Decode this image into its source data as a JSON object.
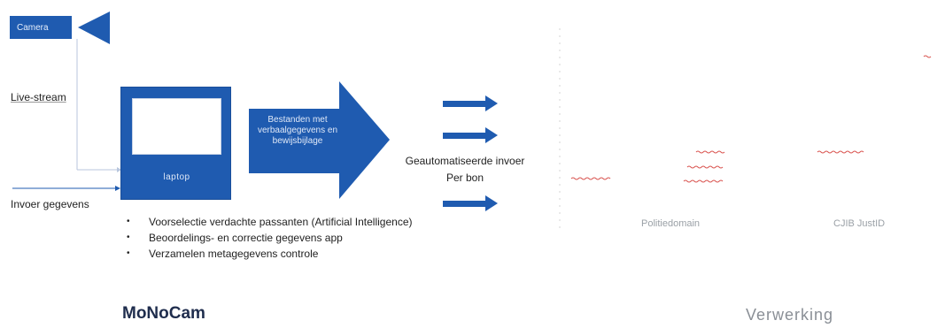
{
  "camera": {
    "label": "Camera"
  },
  "livestream_label": "Live-stream",
  "invoer_label": "Invoer gegevens",
  "laptop": {
    "label": "laptop"
  },
  "arrow_text": "Bestanden met verbaalgegevens en bewijsbijlage",
  "automation": {
    "line1": "Geautomatiseerde invoer",
    "line2": "Per bon"
  },
  "bullets": [
    "Voorselectie verdachte passanten (Artificial Intelligence)",
    "Beoordelings- en correctie gegevens app",
    "Verzamelen metagegevens controle"
  ],
  "domains": {
    "politie": "Politiedomain",
    "cjib": "CJIB  JustID"
  },
  "footer": {
    "left_title": "MoNoCam",
    "right_title": "Verwerking"
  },
  "colors": {
    "blue": "#1f5bb0",
    "squiggle": "#d9534f",
    "faint_text": "#9aa0a6"
  }
}
